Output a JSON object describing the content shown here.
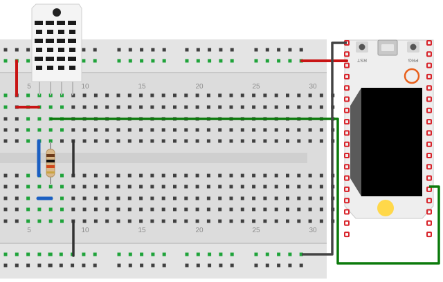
{
  "breadboard": {
    "column_numbers": [
      "5",
      "10",
      "15",
      "20",
      "25",
      "30"
    ]
  },
  "board": {
    "rst_label": "RST",
    "prg_label": "PRG"
  },
  "colors": {
    "breadboard": "#dcdcdc",
    "rail_line_red": "#c8191d",
    "rail_line_blue": "#2a60b8",
    "hole_empty": "#404040",
    "hole_connected": "#1fa33a",
    "wire_red": "#c81414",
    "wire_green": "#0b7a0b",
    "wire_black": "#333333",
    "wire_blue": "#1b5fc2",
    "sensor_body": "#f4f4f4",
    "board_body": "#eeeeee",
    "board_pin": "#d8232a",
    "display": "#000000",
    "led_ring": "#e8601c",
    "button_yellow": "#ffd84a"
  }
}
